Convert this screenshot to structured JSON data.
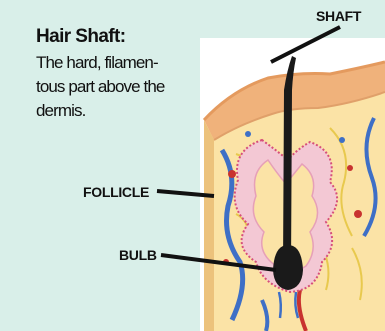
{
  "title": "Hair Shaft:",
  "description": "The hard, filamentous part above the dermis.",
  "description_lines": [
    "The hard, filamen-",
    "tous part above the",
    "dermis."
  ],
  "labels": {
    "shaft": "SHAFT",
    "follicle": "FOLLICLE",
    "bulb": "BULB"
  },
  "colors": {
    "background": "#d9efe9",
    "skin_surface": "#f0b27b",
    "dermis": "#fbe3a6",
    "hair": "#1a1a1a",
    "follicle_lining": "#f3c8d4",
    "vessel_blue": "#3e6fc6",
    "vessel_red": "#c8322f",
    "nerve_yellow": "#e8c94e"
  }
}
